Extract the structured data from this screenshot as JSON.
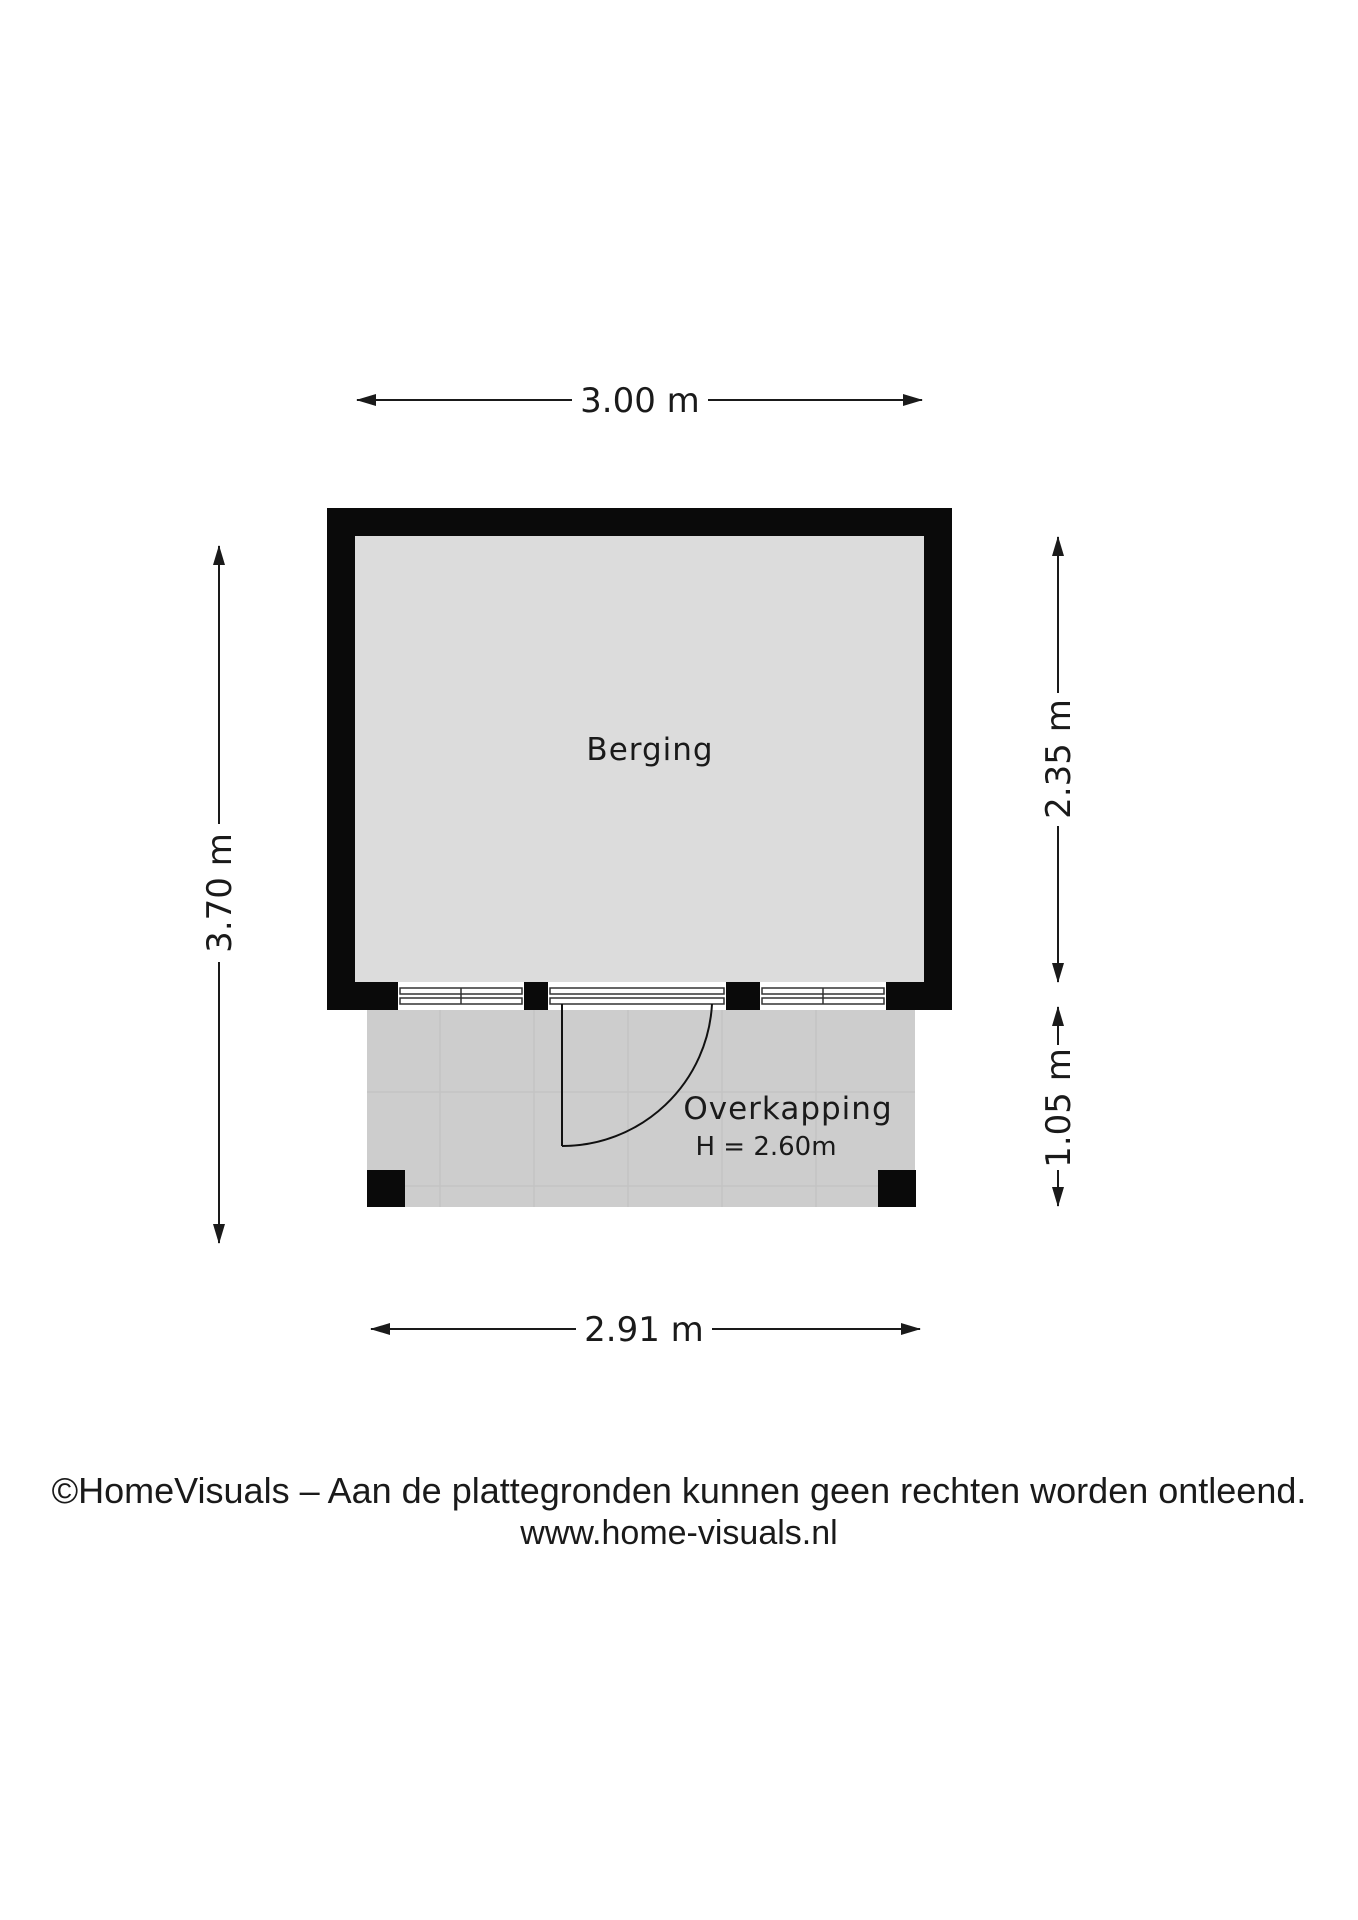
{
  "dimensions": {
    "top_width": "3.00 m",
    "bottom_width": "2.91 m",
    "left_height": "3.70 m",
    "right_upper": "2.35 m",
    "right_lower": "1.05 m"
  },
  "rooms": {
    "berging": "Berging",
    "overkapping": "Overkapping",
    "overkapping_height": "H = 2.60m"
  },
  "footer": {
    "disclaimer": "©HomeVisuals – Aan de plattegronden kunnen geen rechten worden ontleend.",
    "website": "www.home-visuals.nl"
  },
  "colors": {
    "wall": "#0a0a0a",
    "room_fill": "#dcdcdc",
    "canopy_fill": "#cfcfcf",
    "text": "#1a1a1a"
  }
}
